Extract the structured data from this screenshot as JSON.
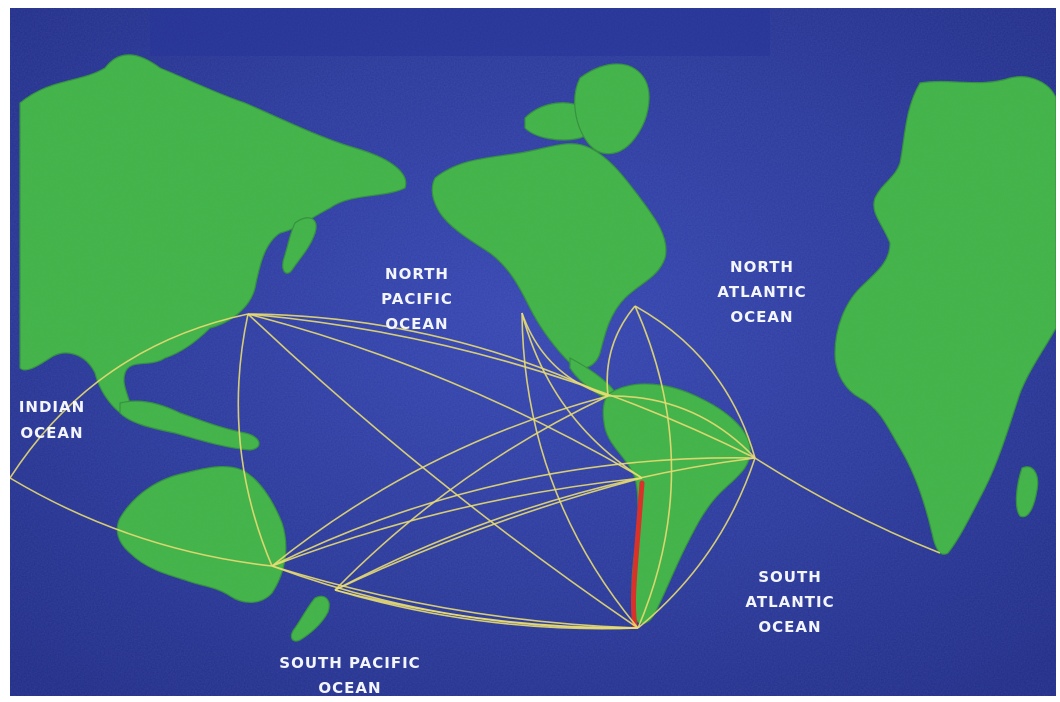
{
  "colors": {
    "ocean": "#2a3a9c",
    "ocean_dark": "#1d2a80",
    "land": "#3fb84a",
    "land_light": "#6fd86a",
    "route": "#e8dc72",
    "highlight_coast": "#d8322a",
    "label": "#f4f6ff"
  },
  "labels": {
    "north_pacific": [
      "NORTH",
      "PACIFIC",
      "OCEAN"
    ],
    "north_atlantic": [
      "NORTH",
      "ATLANTIC",
      "OCEAN"
    ],
    "south_atlantic": [
      "SOUTH",
      "ATLANTIC",
      "OCEAN"
    ],
    "south_pacific": [
      "SOUTH PACIFIC",
      "OCEAN"
    ],
    "indian": [
      "INDIAN",
      "OCEAN"
    ]
  },
  "map": {
    "landmasses": [
      "asia",
      "north-america",
      "greenland",
      "south-america",
      "africa-europe",
      "australia",
      "new-zealand",
      "japan",
      "indonesia",
      "madagascar"
    ],
    "route_hubs": [
      "east-asia",
      "central-america",
      "west-south-america",
      "east-south-america",
      "cape-horn",
      "australia",
      "new-zealand",
      "north-america-west",
      "north-america-east",
      "south-africa"
    ]
  }
}
